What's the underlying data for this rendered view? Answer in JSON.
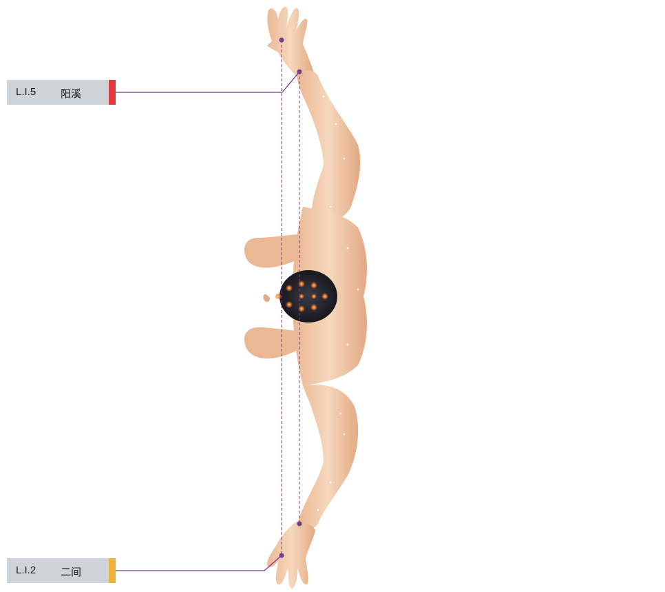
{
  "labels": [
    {
      "code": "L.I.5",
      "name": "阳溪",
      "accent": "#e03a3a"
    },
    {
      "code": "L.I.2",
      "name": "二间",
      "accent": "#f0b03a"
    }
  ],
  "colors": {
    "skin_light": "#f6d7bc",
    "skin_mid": "#eab894",
    "skin_dark": "#c98f6a",
    "hair": "#1e1e24",
    "leader_line": "#7a3a8c",
    "acupoint_glow": "#ff7a2a"
  },
  "icons": [
    "human-body-top-view-illustration"
  ]
}
